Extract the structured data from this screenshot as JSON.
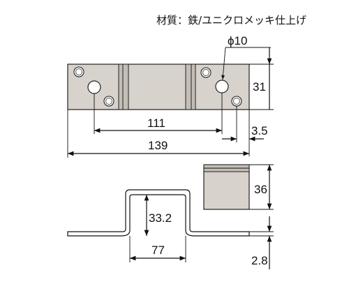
{
  "material_label": "材質：鉄/ユニクロメッキ仕上げ",
  "dimensions": {
    "hole_diameter": "ϕ10",
    "plate_height": "31",
    "hole_spacing": "111",
    "edge_offset": "3.5",
    "overall_length": "139",
    "bracket_width": "36",
    "inner_height": "33.2",
    "inner_width": "77",
    "thickness": "2.8"
  }
}
